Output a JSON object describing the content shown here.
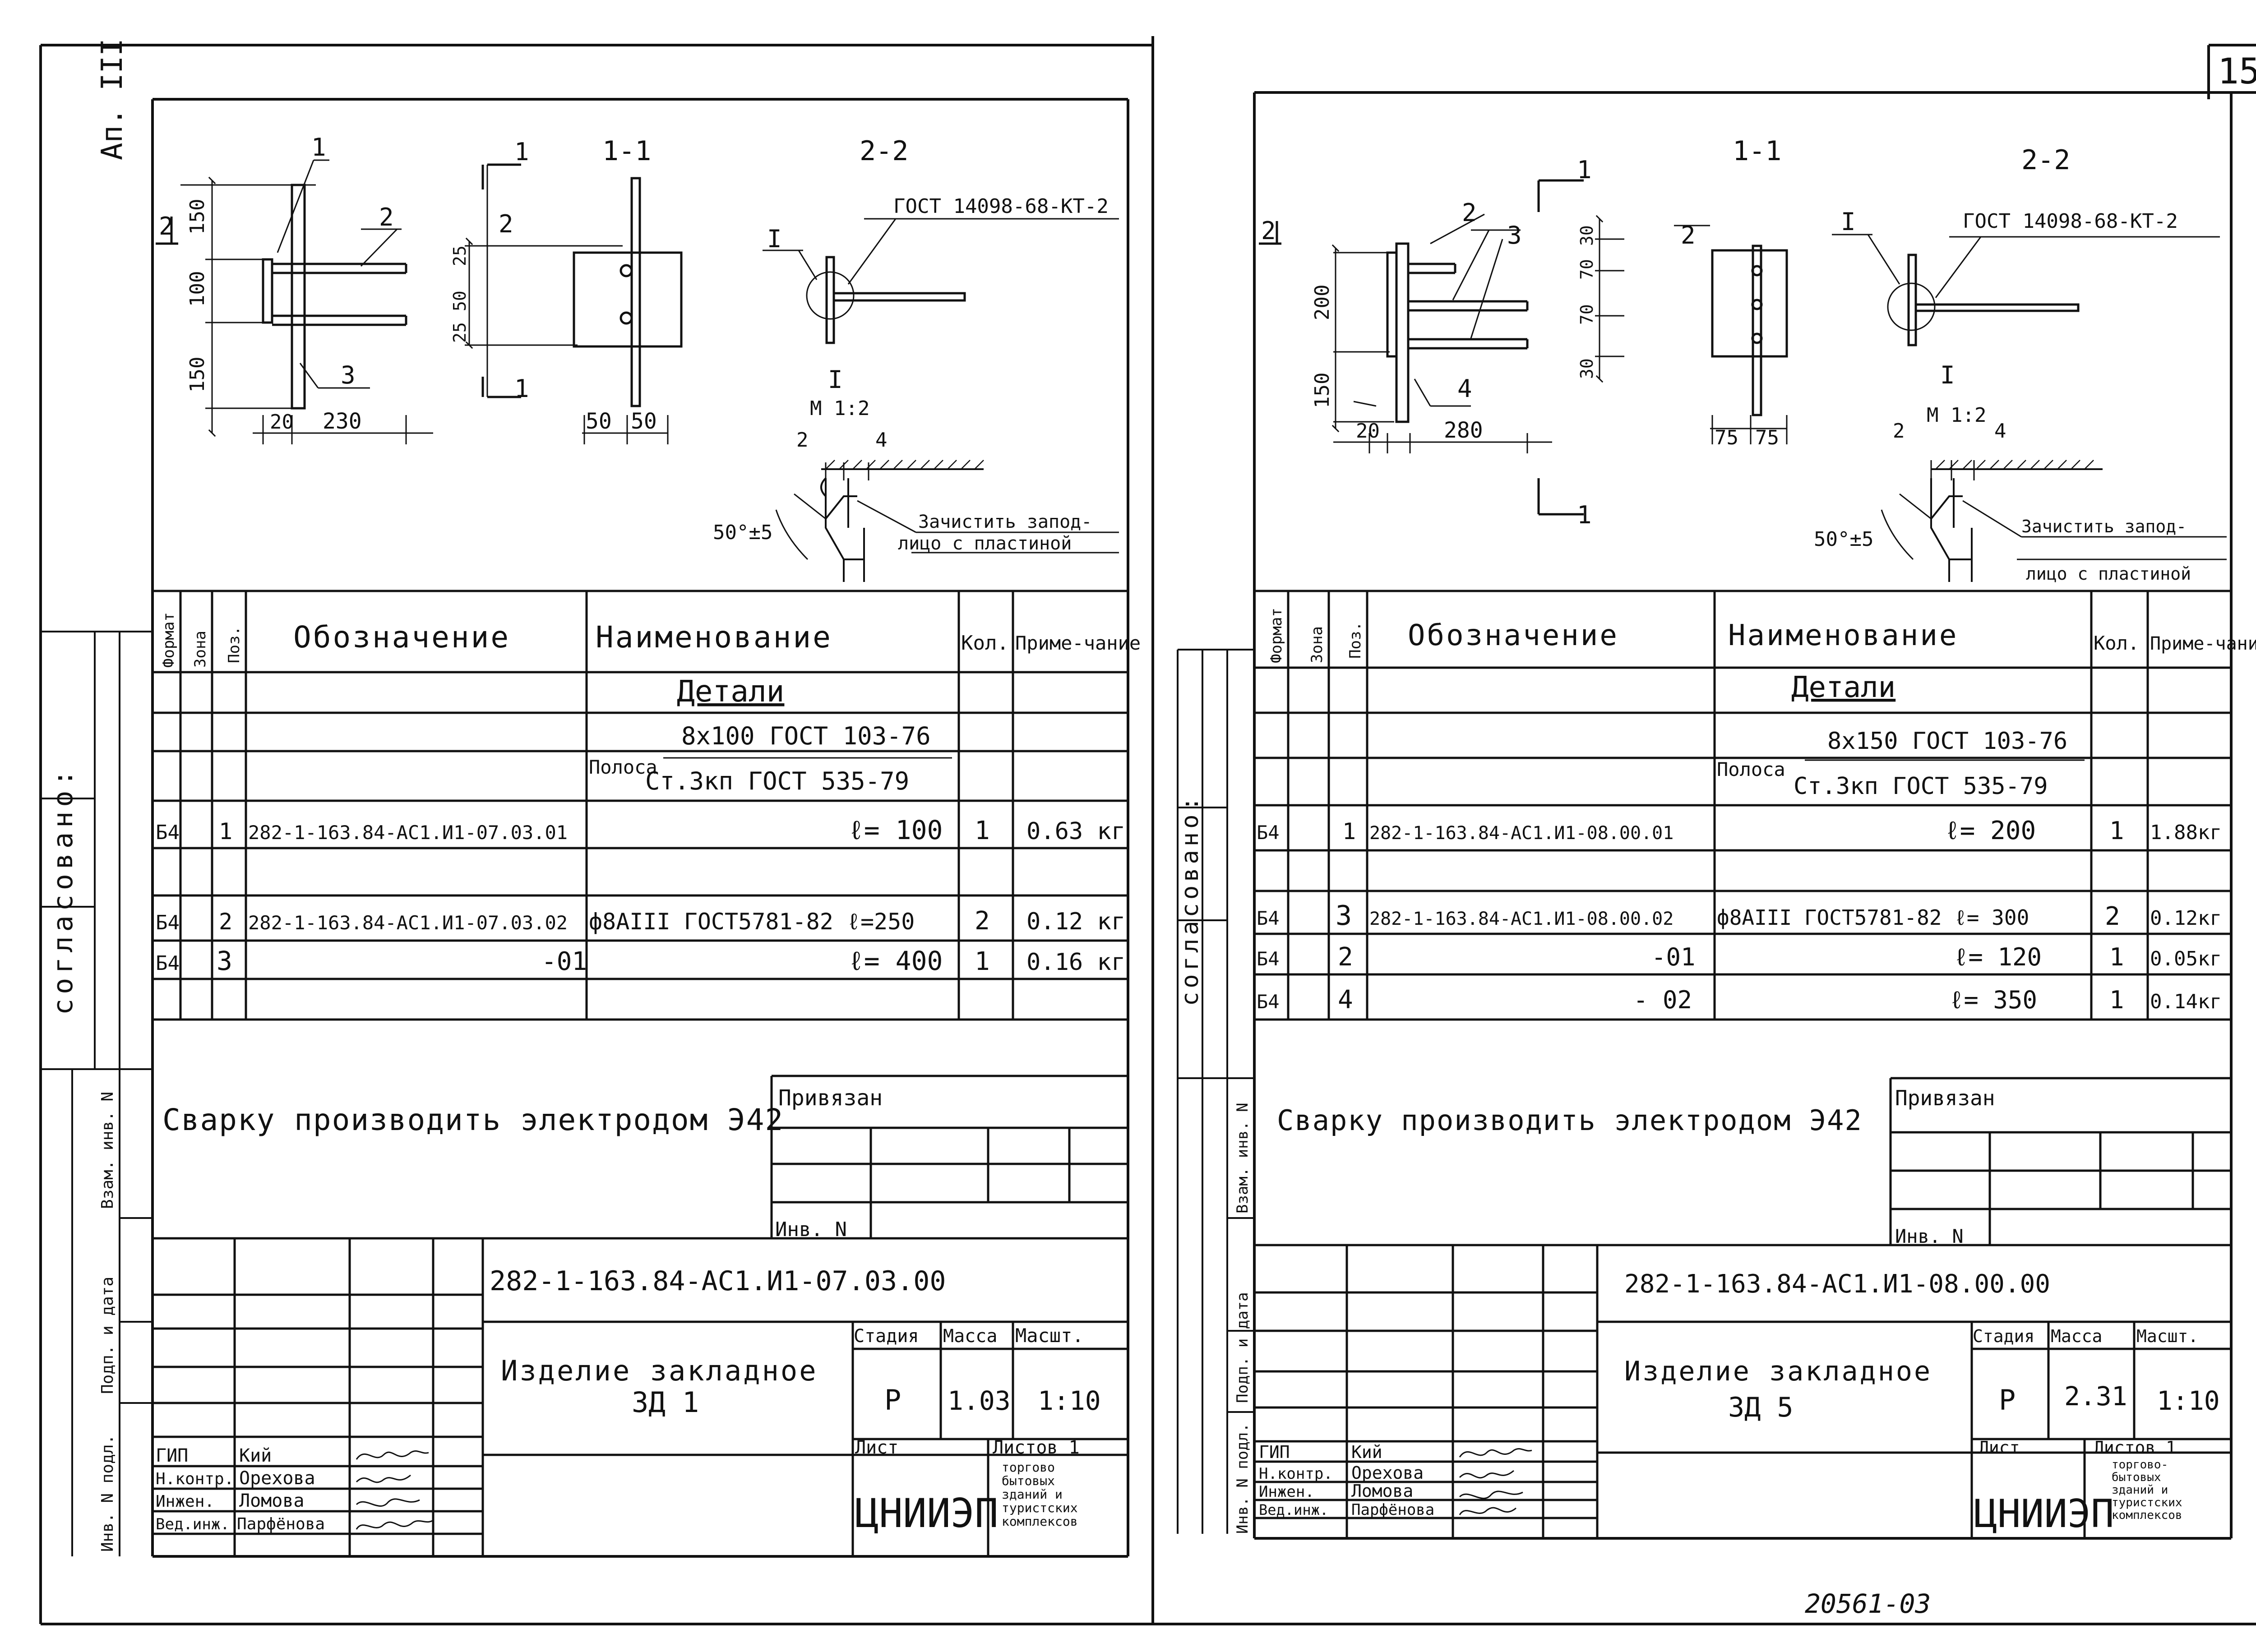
{
  "sheet": {
    "number": "15",
    "side_label": "Ап. III",
    "approval_label": "согласовано:",
    "archive_no": "20561-03"
  },
  "side_stamp": {
    "inv_orig": "Инв. N подл.",
    "sign_date": "Подп. и дата",
    "replace_inv": "Взам. инв. N"
  },
  "left": {
    "drawing": {
      "section_11": "1-1",
      "section_22": "2-2",
      "mark_1": "1",
      "mark_2": "2",
      "mark_3": "3",
      "mark_I": "I",
      "std": "ГОСТ 14098-68-КТ-2",
      "detail_scale": "М 1:2",
      "gap_2": "2",
      "gap_4": "4",
      "angle": "50°±5",
      "note_1": "Зачистить запод-",
      "note_2": "лицо с пластиной",
      "dims": {
        "d150a": "150",
        "d100": "100",
        "d150b": "150",
        "d20": "20",
        "d230": "230",
        "d25a": "25",
        "d50": "50",
        "d25b": "25",
        "w50a": "50",
        "w50b": "50"
      }
    },
    "table": {
      "headers": {
        "format": "Формат",
        "zone": "Зона",
        "pos": "Поз.",
        "designation": "Обозначение",
        "name": "Наименование",
        "qty": "Кол.",
        "note": "Приме-чание"
      },
      "section": "Детали",
      "material_word": "Полоса",
      "material_top": "8x100 ГОСТ 103-76",
      "material_bottom": "Ст.3кп ГОСТ 535-79",
      "rows": [
        {
          "format": "Б4",
          "pos": "1",
          "designation": "282-1-163.84-АС1.И1-07.03.01",
          "name": "ℓ= 100",
          "qty": "1",
          "note": "0.63 кг"
        },
        {
          "format": "Б4",
          "pos": "2",
          "designation": "282-1-163.84-АС1.И1-07.03.02",
          "name": "ф8АIII ГОСТ5781-82  ℓ=250",
          "qty": "2",
          "note": "0.12 кг"
        },
        {
          "format": "Б4",
          "pos": "3",
          "designation": "-01",
          "name": "ℓ= 400",
          "qty": "1",
          "note": "0.16 кг"
        }
      ]
    },
    "note": "Сварку производить электродом Э42",
    "privyazan": "Привязан",
    "inv_n": "Инв. N",
    "title_block": {
      "code": "282-1-163.84-АС1.И1-07.03.00",
      "title_1": "Изделие закладное",
      "title_2": "ЗД 1",
      "stage_h": "Стадия",
      "mass_h": "Масса",
      "scale_h": "Масшт.",
      "stage": "Р",
      "mass": "1.03",
      "scale": "1:10",
      "sheet_h": "Лист",
      "sheets_h": "Листов 1",
      "org": "ЦНИИЭП",
      "org_note": [
        "торгово",
        "бытовых",
        "зданий и",
        "туристских",
        "комплексов"
      ],
      "roles": [
        {
          "role": "ГИП",
          "name": "Кий"
        },
        {
          "role": "Н.контр.",
          "name": "Орехова"
        },
        {
          "role": "Инжен.",
          "name": "Ломова"
        },
        {
          "role": "Вед.инж.",
          "name": "Парфёнова"
        }
      ]
    }
  },
  "right": {
    "drawing": {
      "section_11": "1-1",
      "section_22": "2-2",
      "mark_1": "1",
      "mark_2": "2",
      "mark_3": "3",
      "mark_4": "4",
      "mark_I": "I",
      "std": "ГОСТ 14098-68-КТ-2",
      "detail_scale": "М 1:2",
      "gap_2": "2",
      "gap_4": "4",
      "angle": "50°±5",
      "note_1": "Зачистить запод-",
      "note_2": "лицо с пластиной",
      "dims": {
        "d200": "200",
        "d150": "150",
        "d20": "20",
        "d280": "280",
        "d30a": "30",
        "d70a": "70",
        "d70b": "70",
        "d30b": "30",
        "w75a": "75",
        "w75b": "75"
      }
    },
    "table": {
      "section": "Детали",
      "material_word": "Полоса",
      "material_top": "8x150 ГОСТ 103-76",
      "material_bottom": "Ст.3кп ГОСТ 535-79",
      "rows": [
        {
          "format": "Б4",
          "pos": "1",
          "designation": "282-1-163.84-АС1.И1-08.00.01",
          "name": "ℓ= 200",
          "qty": "1",
          "note": "1.88кг"
        },
        {
          "format": "Б4",
          "pos": "3",
          "designation": "282-1-163.84-АС1.И1-08.00.02",
          "name": "ф8АIII ГОСТ5781-82  ℓ= 300",
          "qty": "2",
          "note": "0.12кг"
        },
        {
          "format": "Б4",
          "pos": "2",
          "designation": "-01",
          "name": "ℓ= 120",
          "qty": "1",
          "note": "0.05кг"
        },
        {
          "format": "Б4",
          "pos": "4",
          "designation": "- 02",
          "name": "ℓ= 350",
          "qty": "1",
          "note": "0.14кг"
        }
      ]
    },
    "note": "Сварку производить электродом Э42",
    "privyazan": "Привязан",
    "inv_n": "Инв. N",
    "title_block": {
      "code": "282-1-163.84-АС1.И1-08.00.00",
      "title_1": "Изделие закладное",
      "title_2": "ЗД 5",
      "stage_h": "Стадия",
      "mass_h": "Масса",
      "scale_h": "Масшт.",
      "stage": "Р",
      "mass": "2.31",
      "scale": "1:10",
      "sheet_h": "Лист",
      "sheets_h": "Листов 1",
      "org": "ЦНИИЭП",
      "org_note": [
        "торгово-",
        "бытовых",
        "зданий и",
        "туристских",
        "комплексов"
      ],
      "roles": [
        {
          "role": "ГИП",
          "name": "Кий"
        },
        {
          "role": "Н.контр.",
          "name": "Орехова"
        },
        {
          "role": "Инжен.",
          "name": "Ломова"
        },
        {
          "role": "Вед.инж.",
          "name": "Парфёнова"
        }
      ]
    }
  }
}
